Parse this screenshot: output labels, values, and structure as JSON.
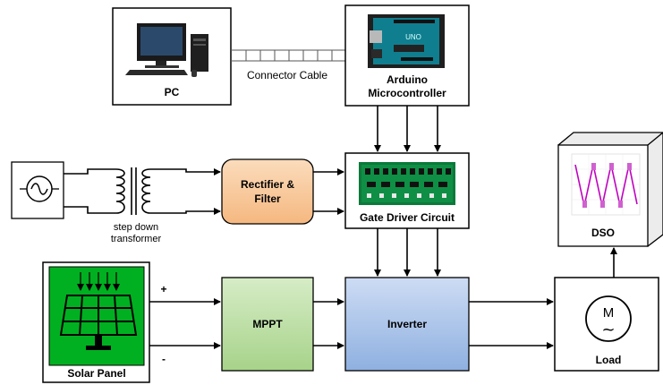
{
  "blocks": {
    "pc": "PC",
    "arduino_line1": "Arduino",
    "arduino_line2": "Microcontroller",
    "rectifier_line1": "Rectifier &",
    "rectifier_line2": "Filter",
    "gate_driver": "Gate Driver Circuit",
    "solar_panel": "Solar Panel",
    "mppt": "MPPT",
    "inverter": "Inverter",
    "load": "Load",
    "dso": "DSO"
  },
  "labels": {
    "connector_cable": "Connector Cable",
    "transformer_line1": "step down",
    "transformer_line2": "transformer",
    "plus": "+",
    "minus": "-",
    "motor_letter": "M",
    "ac_symbol": "~"
  },
  "colors": {
    "rectifier_fill": "#f8c99a",
    "mppt_fill": "#bfe0a8",
    "inverter_fill": "#a9c4ea",
    "solar_fill": "#00b020",
    "waveform": "#c000c0"
  }
}
